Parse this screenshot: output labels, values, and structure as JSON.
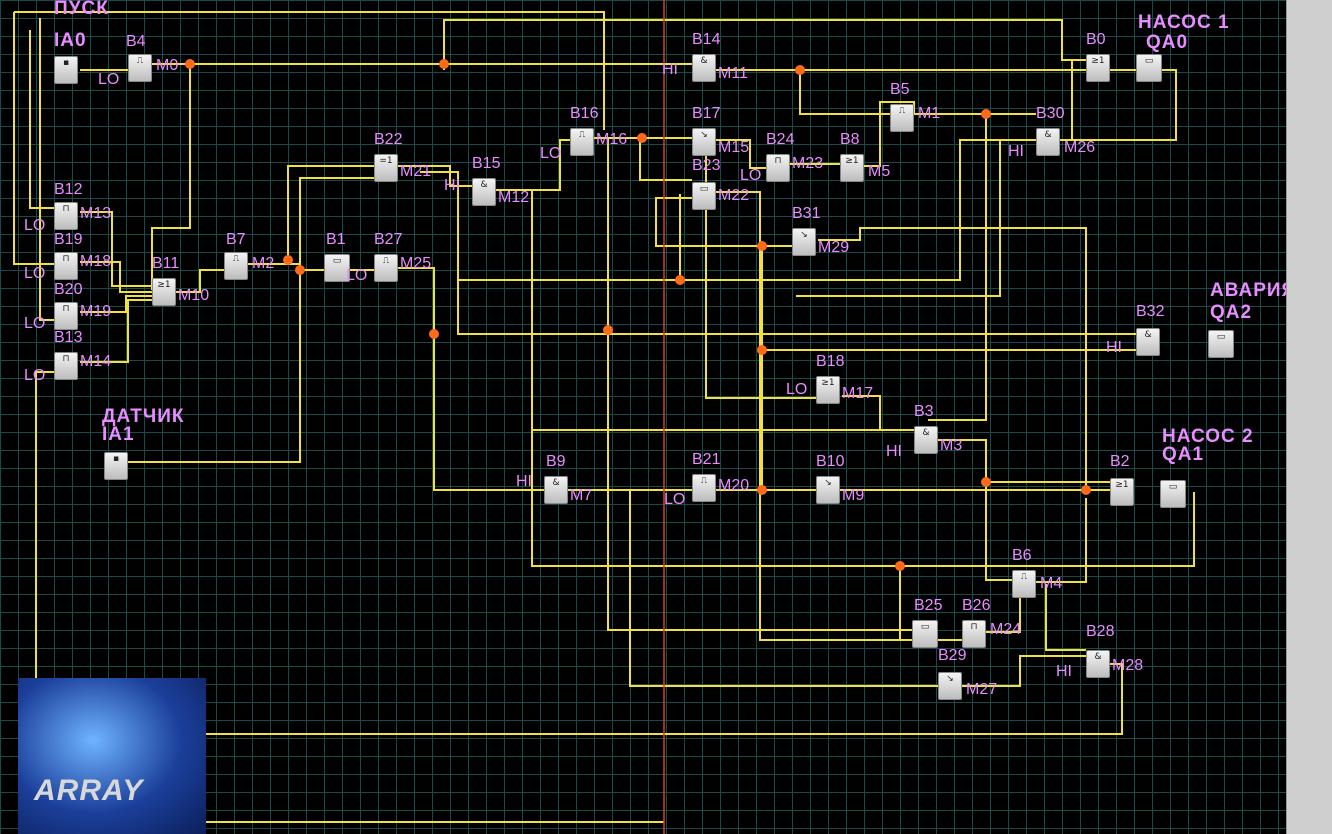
{
  "io": {
    "in1": {
      "name": "ПУСК",
      "addr": "IA0"
    },
    "in2": {
      "name": "ДАТЧИК",
      "addr": "IA1"
    },
    "out1": {
      "name": "НАСОС 1",
      "addr": "QA0"
    },
    "out2": {
      "name": "НАСОС 2",
      "addr": "QA1"
    },
    "out3": {
      "name": "АВАРИЯ",
      "addr": "QA2"
    }
  },
  "blocks": {
    "B0": "B0",
    "B1": "B1",
    "B2": "B2",
    "B3": "B3",
    "B4": "B4",
    "B5": "B5",
    "B6": "B6",
    "B7": "B7",
    "B8": "B8",
    "B9": "B9",
    "B10": "B10",
    "B11": "B11",
    "B12": "B12",
    "B13": "B13",
    "B14": "B14",
    "B15": "B15",
    "B16": "B16",
    "B17": "B17",
    "B18": "B18",
    "B19": "B19",
    "B20": "B20",
    "B21": "B21",
    "B22": "B22",
    "B23": "B23",
    "B24": "B24",
    "B25": "B25",
    "B26": "B26",
    "B27": "B27",
    "B28": "B28",
    "B29": "B29",
    "B30": "B30",
    "B31": "B31",
    "B32": "B32"
  },
  "markers": {
    "M0": "M0",
    "M1": "M1",
    "M2": "M2",
    "M3": "M3",
    "M4": "M4",
    "M5": "M5",
    "M7": "M7",
    "M9": "M9",
    "M10": "M10",
    "M11": "M11",
    "M12": "M12",
    "M13": "M13",
    "M14": "M14",
    "M15": "M15",
    "M16": "M16",
    "M17": "M17",
    "M18": "M18",
    "M19": "M19",
    "M20": "M20",
    "M21": "M21",
    "M22": "M22",
    "M24": "M24",
    "M25": "M25",
    "M26": "M26",
    "M27": "M27",
    "M28": "M28",
    "M29": "M29"
  },
  "consts": {
    "lo": "LO",
    "hi": "HI"
  },
  "logo": {
    "text": "ARRAY"
  },
  "colors": {
    "wire": "#f0e040",
    "node": "#ff6a1a",
    "label": "#e88cff",
    "grid": "#1a4a4a",
    "cursor": "#d04020"
  }
}
